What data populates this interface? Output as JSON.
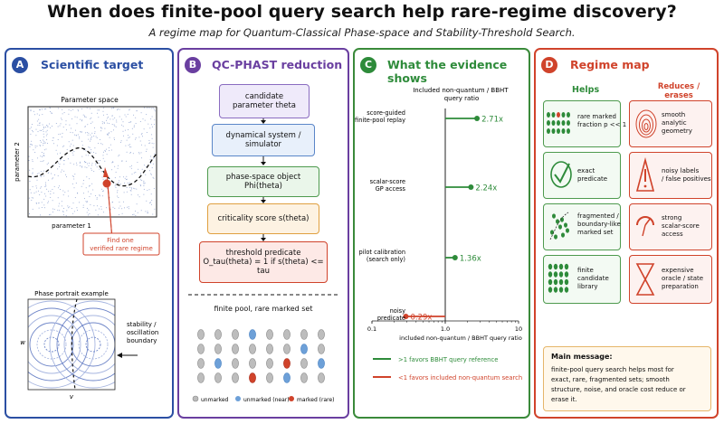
{
  "title": "When does finite-pool query search help rare-regime discovery?",
  "subtitle": "A regime map for Quantum-Classical Phase-space and Stability-Threshold Search.",
  "panel_a": {
    "badge": "A",
    "title": "Scientific target",
    "param_space_label": "Parameter space",
    "xlabel": "parameter 1",
    "ylabel": "parameter 2",
    "annotation": "Find one\nverified rare regime",
    "phase_portrait_label": "Phase portrait example",
    "boundary_label": "stability /\noscillation\nboundary",
    "axis_w": "w",
    "axis_v": "v"
  },
  "panel_b": {
    "badge": "B",
    "title": "QC-PHAST reduction",
    "steps": [
      "candidate\nparameter theta",
      "dynamical system /\nsimulator",
      "phase-space object Phi(theta)",
      "criticality score s(theta)",
      "threshold predicate\nO_tau(theta) = 1 if s(theta) <= tau"
    ],
    "pool_label": "finite pool, rare marked set",
    "legend": [
      "unmarked",
      "unmarked (near)",
      "marked (rare)"
    ]
  },
  "panel_c": {
    "badge": "C",
    "title": "What the evidence shows",
    "chart_title": "Included non-quantum / BBHT\nquery ratio",
    "legend_green": ">1 favors BBHT query reference",
    "legend_red": "<1 favors included non-quantum search"
  },
  "chart_data": {
    "type": "scatter",
    "title": "Included non-quantum / BBHT query ratio",
    "xlabel": "included non-quantum / BBHT query ratio",
    "xscale": "log",
    "xlim": [
      0.1,
      10
    ],
    "xticks": [
      "0.1",
      "1.0",
      "10"
    ],
    "reference": 1.0,
    "categories": [
      "score-guided\nfinite-pool replay",
      "scalar-score\nGP access",
      "pilot calibration\n(search only)",
      "noisy\npredicate"
    ],
    "values": [
      2.71,
      2.24,
      1.36,
      0.29
    ],
    "value_labels": [
      "2.71x",
      "2.24x",
      "1.36x",
      "0.29x"
    ],
    "colors": [
      "#2e8b3a",
      "#2e8b3a",
      "#2e8b3a",
      "#d0432b"
    ]
  },
  "panel_d": {
    "badge": "D",
    "title": "Regime map",
    "helps_title": "Helps",
    "reduces_title": "Reduces /\nerases",
    "helps": [
      "rare marked\nfraction p << 1",
      "exact\npredicate",
      "fragmented /\nboundary-like\nmarked set",
      "finite\ncandidate\nlibrary"
    ],
    "reduces": [
      "smooth\nanalytic\ngeometry",
      "noisy labels\n/ false positives",
      "strong\nscalar-score\naccess",
      "expensive\noracle / state\npreparation"
    ],
    "main_message_title": "Main message:",
    "main_message": [
      "finite-pool query search helps most for",
      "exact, rare, fragmented sets; smooth",
      "structure, noise, and oracle cost reduce or erase it."
    ]
  },
  "colors": {
    "blue": "#2b4fa3",
    "purple": "#6a3fa0",
    "green": "#2e8b3a",
    "red": "#d0432b"
  }
}
